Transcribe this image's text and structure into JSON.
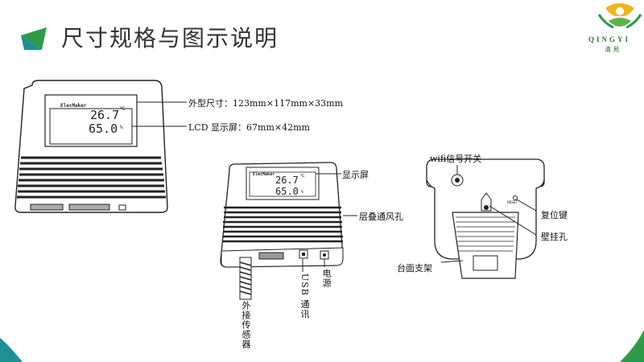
{
  "header": {
    "title": "尺寸规格与图示说明",
    "logo_text": "QINGYI",
    "logo_sub": "清 易"
  },
  "colors": {
    "accent_green": "#2e9b4b",
    "accent_teal": "#1f8f93",
    "line": "#222222"
  },
  "device1": {
    "brand": "ElecMaker",
    "temp": "26.7",
    "temp_unit": "℃",
    "hum": "65.0",
    "hum_unit": "%",
    "label_size": "外型尺寸：123mm×117mm×33mm",
    "label_lcd": "LCD 显示屏：67mm×42mm"
  },
  "device2": {
    "brand": "ElecMaker",
    "temp": "26.7",
    "temp_unit": "℃",
    "hum": "65.0",
    "hum_unit": "%",
    "label_display": "显示屏",
    "label_vent": "层叠通风孔",
    "label_usb": "USB 通讯",
    "label_power": "电源",
    "label_sensor": "外接传感器"
  },
  "device3": {
    "label_wifi": "wifi信号开关",
    "label_reset": "复位键",
    "label_wallhole": "壁挂孔",
    "label_stand": "台面支架",
    "reset_mark": "RESET"
  }
}
